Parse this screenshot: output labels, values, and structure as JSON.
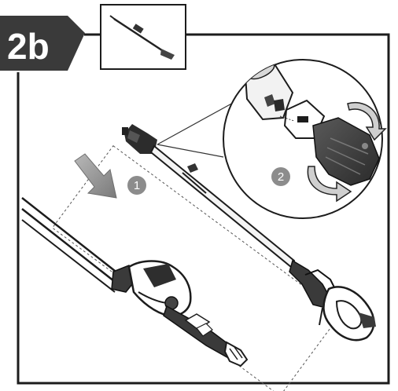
{
  "step_badge": {
    "label": "2b"
  },
  "callouts": [
    {
      "number": "1"
    },
    {
      "number": "2"
    }
  ],
  "colors": {
    "badge_fill": "#3a3a3a",
    "frame": "#1c1c1c",
    "arrow_gray": "#9c9c9c",
    "callout_fill": "#8c8c8c"
  }
}
